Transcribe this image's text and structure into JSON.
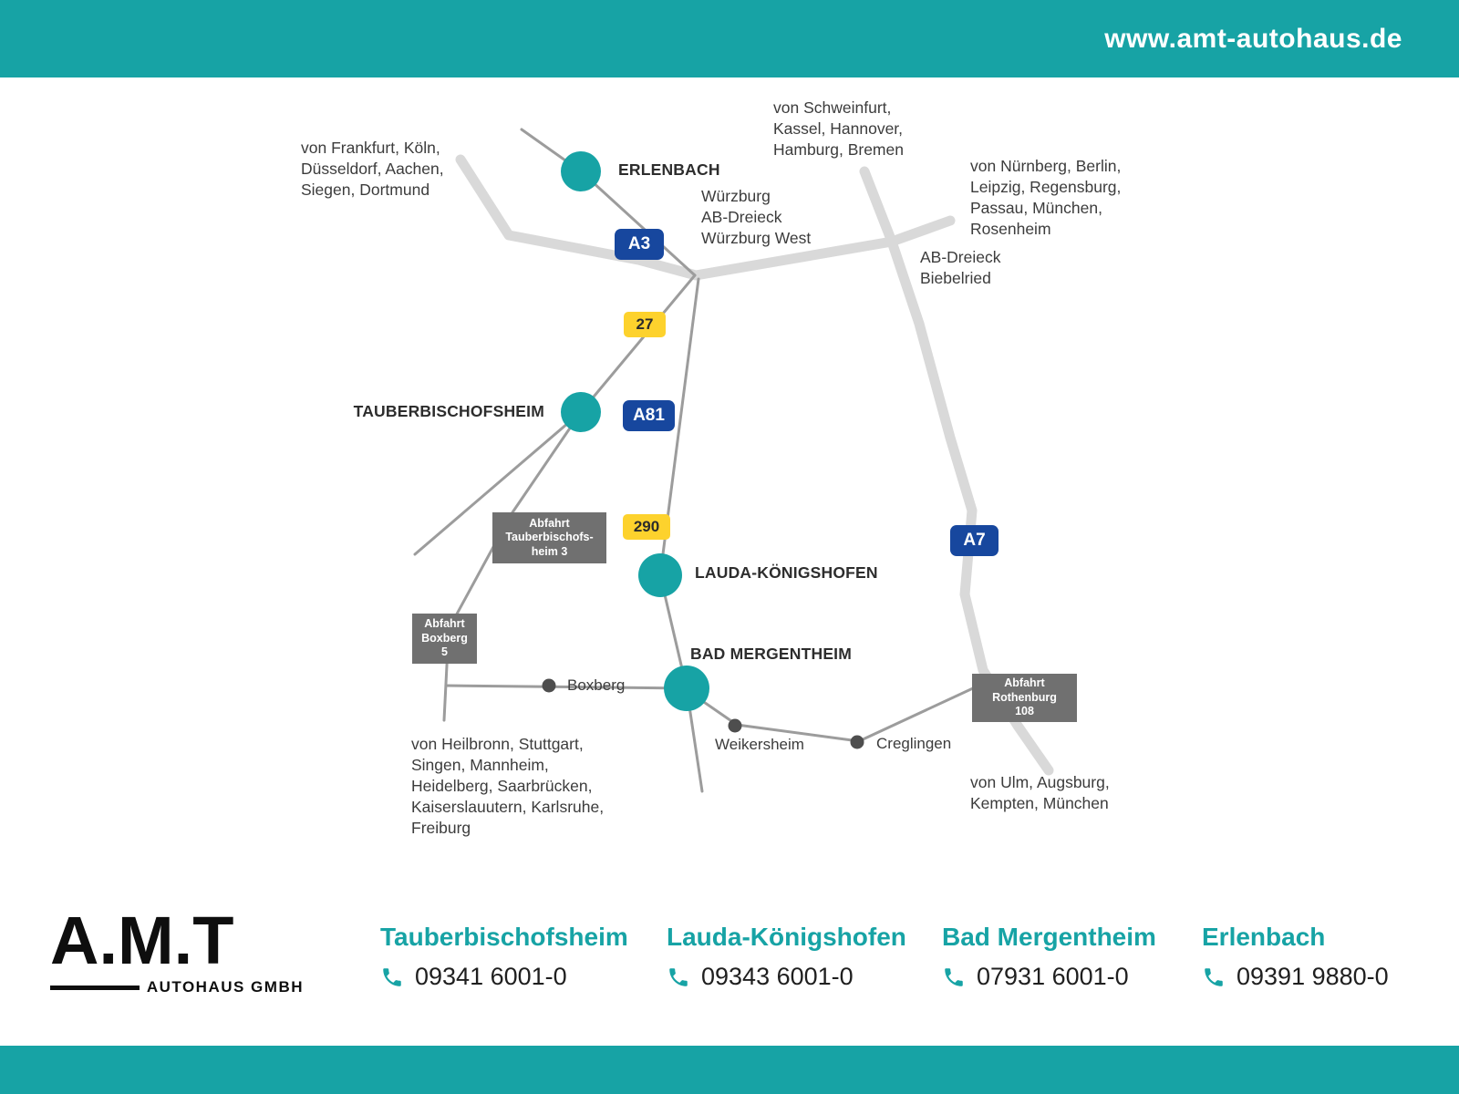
{
  "header": {
    "url": "www.amt-autohaus.de"
  },
  "map": {
    "directions": {
      "frankfurt": "von Frankfurt, Köln,\nDüsseldorf, Aachen,\nSiegen, Dortmund",
      "schweinfurt": "von Schweinfurt,\nKassel, Hannover,\nHamburg, Bremen",
      "nuernberg": "von Nürnberg, Berlin,\nLeipzig, Regensburg,\nPassau, München,\nRosenheim",
      "wuerzburg": "Würzburg\nAB-Dreieck\nWürzburg West",
      "biebelried": "AB-Dreieck\nBiebelried",
      "heilbronn": "von Heilbronn, Stuttgart,\nSingen, Mannheim,\nHeidelberg, Saarbrücken,\nKaiserslauutern, Karlsruhe,\nFreiburg",
      "ulm": "von Ulm, Augsburg,\nKempten, München"
    },
    "cities": {
      "erlenbach": "ERLENBACH",
      "tauberbischofsheim": "TAUBERBISCHOFSHEIM",
      "lauda": "LAUDA-KÖNIGSHOFEN",
      "bad_mergentheim": "BAD MERGENTHEIM"
    },
    "towns": {
      "boxberg": "Boxberg",
      "weikersheim": "Weikersheim",
      "creglingen": "Creglingen"
    },
    "badges": {
      "a3": "A3",
      "a81": "A81",
      "a7": "A7",
      "b27": "27",
      "b290": "290"
    },
    "exits": {
      "tauberbischofsheim": "Abfahrt\nTauberbischofs-\nheim 3",
      "boxberg": "Abfahrt\nBoxberg\n5",
      "rothenburg": "Abfahrt\nRothenburg\n108"
    },
    "colors": {
      "teal": "#17a3a5",
      "autobahn_blue": "#17479e",
      "road_yellow": "#fdd22d",
      "exit_gray": "#707070",
      "road_light": "#d9d9d9",
      "road_dark": "#9c9c9c"
    }
  },
  "footer": {
    "logo": {
      "name": "A.M.T",
      "subtitle": "AUTOHAUS GMBH"
    },
    "locations": [
      {
        "name": "Tauberbischofsheim",
        "phone": "09341 6001-0"
      },
      {
        "name": "Lauda-Königshofen",
        "phone": "09343 6001-0"
      },
      {
        "name": "Bad Mergentheim",
        "phone": "07931 6001-0"
      },
      {
        "name": "Erlenbach",
        "phone": "09391 9880-0"
      }
    ]
  }
}
